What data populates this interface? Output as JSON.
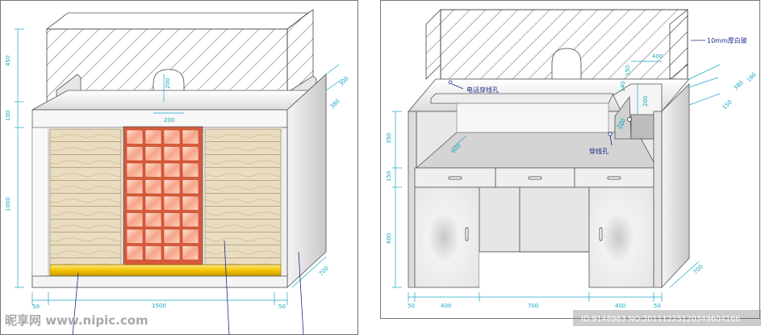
{
  "front_view": {
    "dims": {
      "height_glass": "450",
      "height_top": "100",
      "height_body": "1000",
      "opening_width": "200",
      "opening_height": "200",
      "side_top_depth": "300",
      "side_depth": "380",
      "base_left": "50",
      "total_width": "1500",
      "base_right": "50",
      "depth": "700"
    }
  },
  "back_view": {
    "notes": {
      "glass_note": "10mm厚白玻",
      "phone_hole": "电话穿线孔",
      "wire_hole": "穿线孔"
    },
    "dims": {
      "shelf_height": "350",
      "drawer_height": "150",
      "cabinet_height": "600",
      "shelf_depth": "600",
      "panel_width": "400",
      "panel_height": "200",
      "panel_top": "140",
      "panel_side": "150",
      "right_top": "160",
      "right_depth": "380",
      "right_depth2": "150",
      "hole_offset": "200",
      "left_margin": "50",
      "left_cabinet": "400",
      "center_knee": "700",
      "right_cabinet": "400",
      "right_margin": "50",
      "depth": "700"
    }
  },
  "watermark": {
    "logo": "昵享网 www.nipic.com",
    "id_text": "ID:9148963 NO:20111225120349604166"
  }
}
